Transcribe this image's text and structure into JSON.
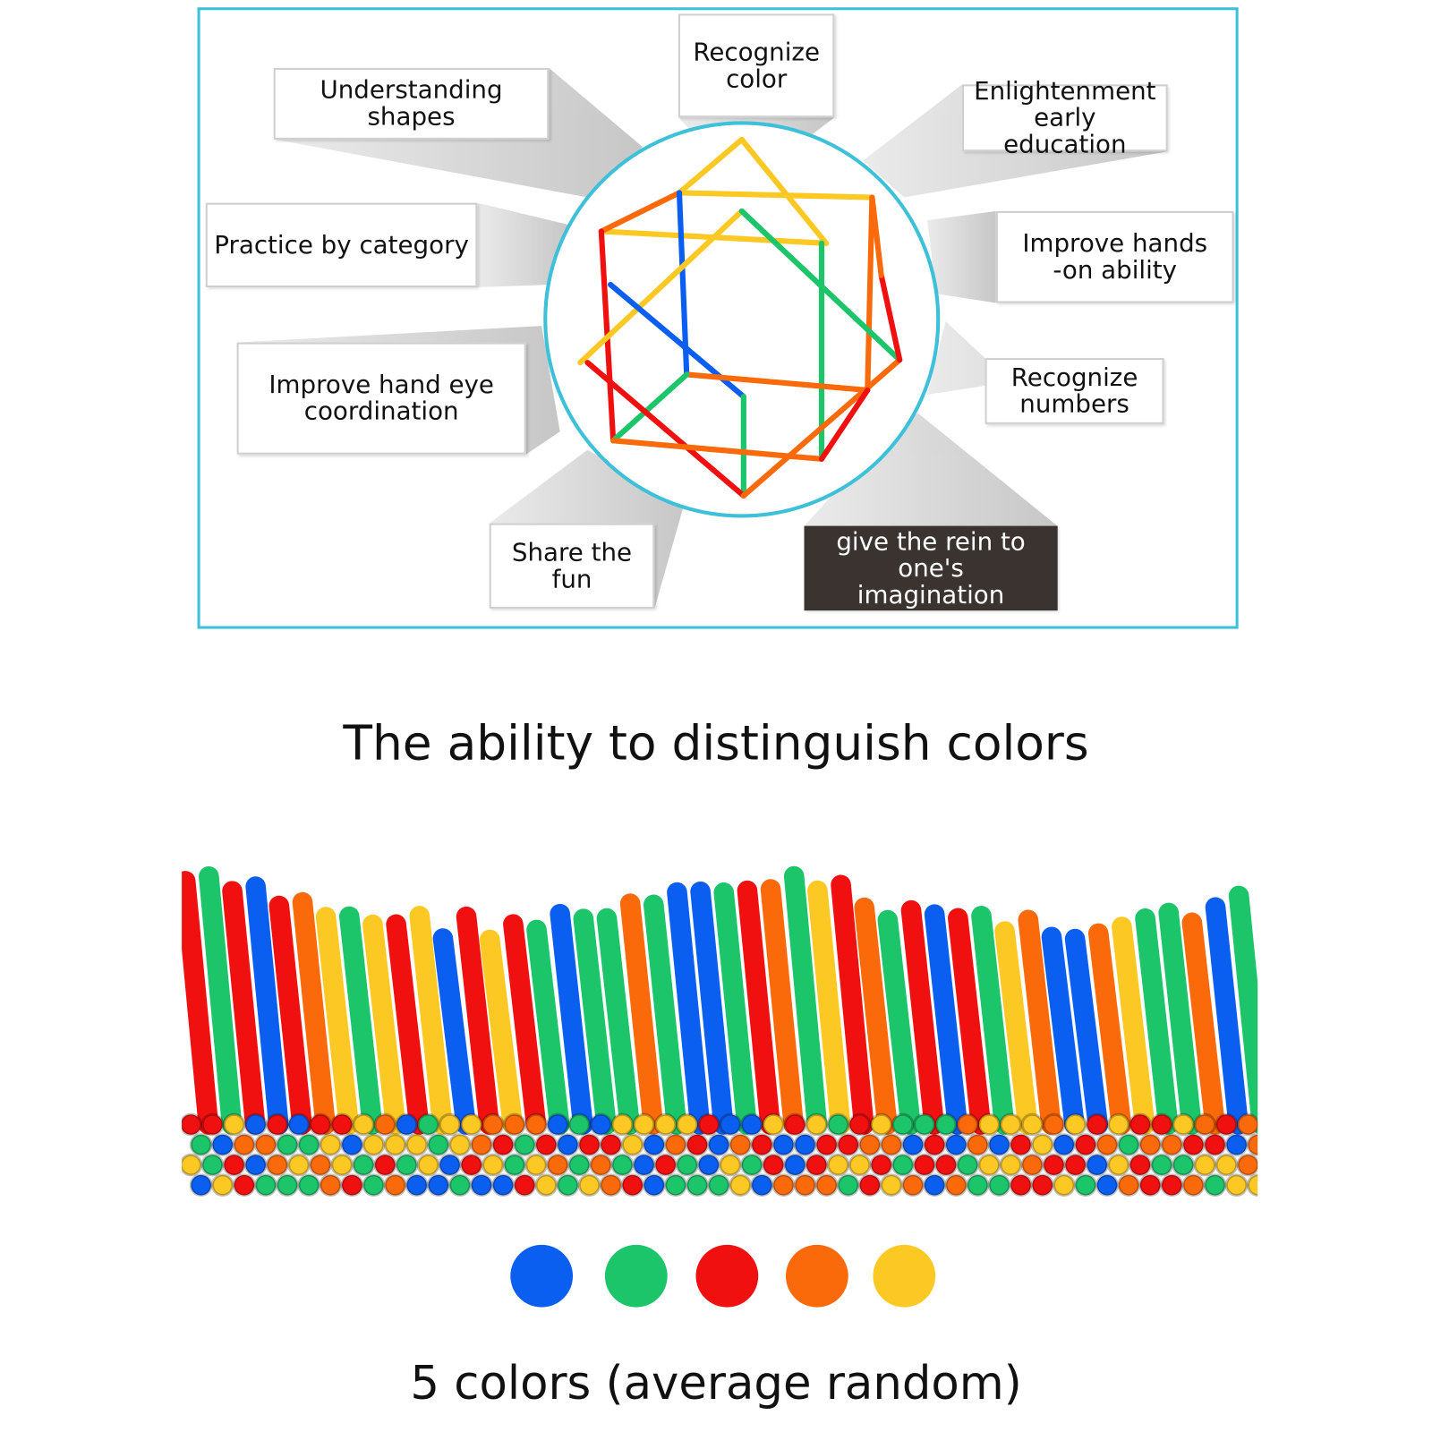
{
  "features": {
    "understanding_shapes": "Understanding shapes",
    "recognize_color": "Recognize color",
    "enlightenment": "Enlightenment early education",
    "practice_category": "Practice by category",
    "hands_on": "Improve hands -on ability",
    "hand_eye": "Improve hand eye coordination",
    "recognize_numbers": "Recognize numbers",
    "share_fun": "Share the fun",
    "imagination": "give the rein to one's imagination"
  },
  "headline": "The ability to distinguish colors",
  "footer": "5 colors (average random)",
  "colors": {
    "frame": "#3ec0d8",
    "blue": "#0b5ff0",
    "green": "#1cc46a",
    "red": "#f01010",
    "orange": "#fb6a0a",
    "yellow": "#fcc824"
  }
}
